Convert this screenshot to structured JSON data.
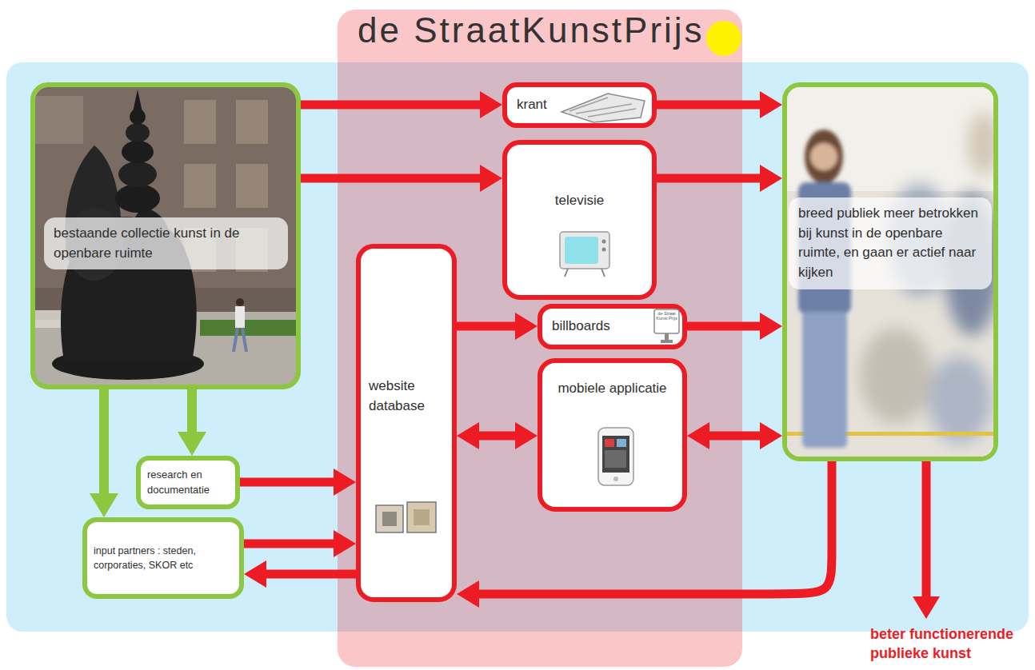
{
  "diagram": {
    "title": "de StraatKunstPrijs",
    "nodes": [
      {
        "text": [
          "bestaande collectie kunst in de openbare ruimte"
        ]
      },
      {
        "text": [
          "krant"
        ]
      },
      {
        "text": [
          "televisie"
        ]
      },
      {
        "text": [
          "breed publiek meer betrokken bij kunst in de openbare ruimte, en gaan er actief naar kijken"
        ]
      },
      {
        "text": [
          "website database"
        ]
      },
      {
        "text": [
          "billboards"
        ]
      },
      {
        "text": [
          "mobiele applicatie"
        ]
      },
      {
        "text": [
          "research en documentatie"
        ]
      },
      {
        "text": [
          "input partners : steden, corporaties, SKOR etc"
        ]
      }
    ],
    "edges": [
      {
        "from": 0,
        "to": 1,
        "arrow": "to"
      },
      {
        "from": 0,
        "to": 2,
        "arrow": "to"
      },
      {
        "from": 1,
        "to": 3,
        "arrow": "to"
      },
      {
        "from": 2,
        "to": 3,
        "arrow": "to"
      },
      {
        "from": 4,
        "to": 5,
        "arrow": "to"
      },
      {
        "from": 5,
        "to": 3,
        "arrow": "to"
      },
      {
        "from": 4,
        "to": 6,
        "arrow": "both"
      },
      {
        "from": 6,
        "to": 3,
        "arrow": "both"
      },
      {
        "from": 0,
        "to": 7,
        "arrow": "to"
      },
      {
        "from": 0,
        "to": 8,
        "arrow": "to"
      },
      {
        "from": 7,
        "to": 4,
        "arrow": "to"
      },
      {
        "from": 8,
        "to": 4,
        "arrow": "to"
      },
      {
        "from": 4,
        "to": 8,
        "arrow": "to"
      },
      {
        "from": 3,
        "to": 4,
        "arrow": "to"
      }
    ],
    "labels": [
      "de Straat Kunst Prijs",
      "beter functionerende publieke kunst"
    ]
  }
}
